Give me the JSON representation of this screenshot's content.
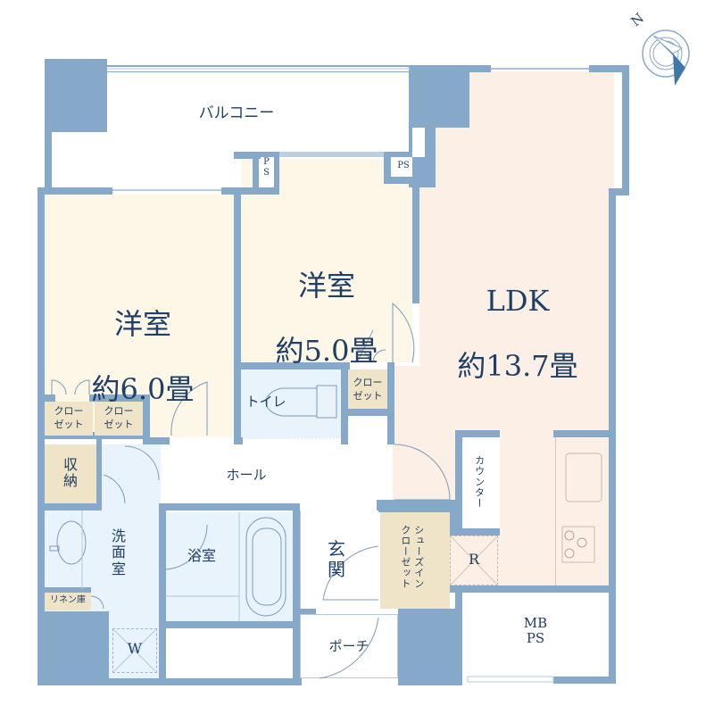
{
  "plan": {
    "colors": {
      "wall": "#87a9c9",
      "bedroom_floor": "#fdf7e8",
      "ldk_floor": "#fcf0e6",
      "wet_floor": "#e8f3fc",
      "storage_floor": "#f0e4c8",
      "open_area": "#ffffff",
      "text": "#1f3f66"
    },
    "compass": {
      "label": "N"
    },
    "rooms": {
      "balcony": {
        "label": "バルコニー"
      },
      "ps_left": {
        "label": "P\nS"
      },
      "ps_right": {
        "label": "PS"
      },
      "western_room_1": {
        "label": "洋室",
        "size": "約6.0畳"
      },
      "western_room_2": {
        "label": "洋室",
        "size": "約5.0畳"
      },
      "ldk": {
        "label": "LDK",
        "size": "約13.7畳"
      },
      "closet_1": {
        "label": "クロー\nゼット"
      },
      "closet_2": {
        "label": "クロー\nゼット"
      },
      "closet_3": {
        "label": "クロー\nゼット"
      },
      "storage": {
        "label": "収\n納"
      },
      "toilet": {
        "label": "トイレ"
      },
      "hall": {
        "label": "ホール"
      },
      "counter": {
        "label": "カウンター"
      },
      "refrigerator": {
        "label": "R"
      },
      "washroom": {
        "label": "洗\n面\n室"
      },
      "linen": {
        "label": "リネン庫"
      },
      "bathroom": {
        "label": "浴室"
      },
      "entrance": {
        "label": "玄\n関"
      },
      "shoes_closet": {
        "label": "シューズイン\nクローゼット"
      },
      "washer": {
        "label": "W"
      },
      "porch": {
        "label": "ポーチ"
      },
      "mbps": {
        "label": "MB\nPS"
      }
    }
  }
}
